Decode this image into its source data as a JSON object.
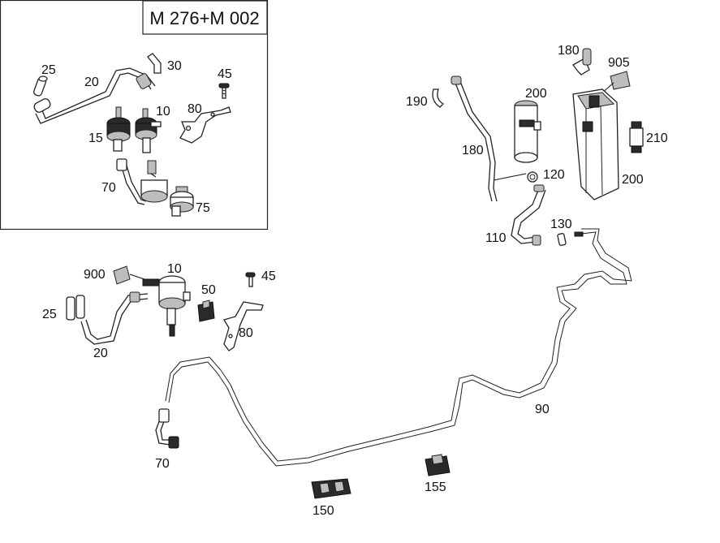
{
  "inset": {
    "title": "M 276+M 002"
  },
  "callouts": {
    "inset_25": "25",
    "inset_20": "20",
    "inset_30": "30",
    "inset_45": "45",
    "inset_15": "15",
    "inset_10": "10",
    "inset_80": "80",
    "inset_70": "70",
    "inset_75": "75",
    "main_900": "900",
    "main_10": "10",
    "main_45": "45",
    "main_50": "50",
    "main_25": "25",
    "main_20": "20",
    "main_80": "80",
    "main_70": "70",
    "main_150": "150",
    "main_155": "155",
    "main_90": "90",
    "main_180a": "180",
    "main_905": "905",
    "main_190": "190",
    "main_200a": "200",
    "main_180b": "180",
    "main_210": "210",
    "main_120": "120",
    "main_200b": "200",
    "main_130": "130",
    "main_110": "110"
  }
}
